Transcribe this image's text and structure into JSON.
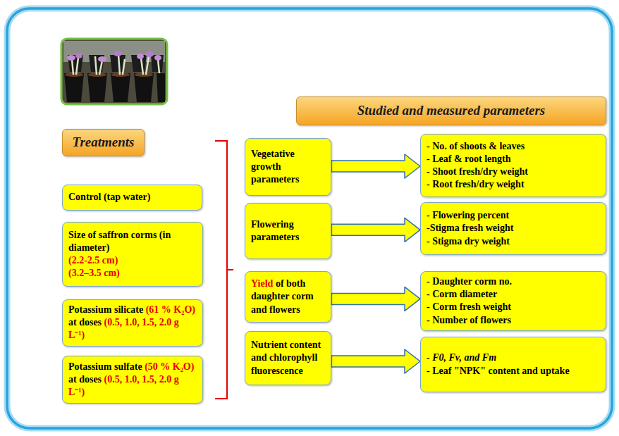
{
  "diagram": {
    "nodes": [
      {
        "text": [
          "Treatments"
        ]
      },
      {
        "text": [
          "Control (tap water)"
        ]
      },
      {
        "text": [
          "Size of saffron corms (in diameter)",
          "(2.2-2.5 cm)",
          "(3.2–3.5 cm)"
        ]
      },
      {
        "text": [
          "Potassium silicate",
          "(61 % K₂O)",
          "at doses",
          "(0.5, 1.0, 1.5, 2.0 g L⁻¹)"
        ]
      },
      {
        "text": [
          "Potassium sulfate",
          "(50 % K₂O)",
          "at doses",
          "(0.5, 1.0, 1.5, 2.0 g L⁻¹)"
        ]
      },
      {
        "text": [
          "Studied and measured parameters"
        ]
      },
      {
        "text": [
          "Vegetative growth parameters"
        ]
      },
      {
        "text": [
          "Flowering parameters"
        ]
      },
      {
        "text": [
          "Yield",
          "of both daughter corm and flowers"
        ]
      },
      {
        "text": [
          "Nutrient content and chlorophyll fluorescence"
        ]
      },
      {
        "text": [
          "- No. of shoots & leaves",
          "- Leaf & root length",
          "- Shoot fresh/dry weight",
          "- Root fresh/dry weight"
        ]
      },
      {
        "text": [
          "- Flowering percent",
          "-Stigma fresh weight",
          "- Stigma dry weight"
        ]
      },
      {
        "text": [
          "- Daughter corm no.",
          "- Corm diameter",
          "- Corm fresh weight",
          "- Number of flowers"
        ]
      },
      {
        "text": [
          "- F0, Fv, and Fm",
          "- Leaf \"NPK\" content and uptake"
        ]
      }
    ],
    "edges": [
      {
        "from": 6,
        "to": 10,
        "arrow": "to"
      },
      {
        "from": 7,
        "to": 11,
        "arrow": "to"
      },
      {
        "from": 8,
        "to": 12,
        "arrow": "to"
      },
      {
        "from": 9,
        "to": 13,
        "arrow": "to"
      }
    ]
  }
}
